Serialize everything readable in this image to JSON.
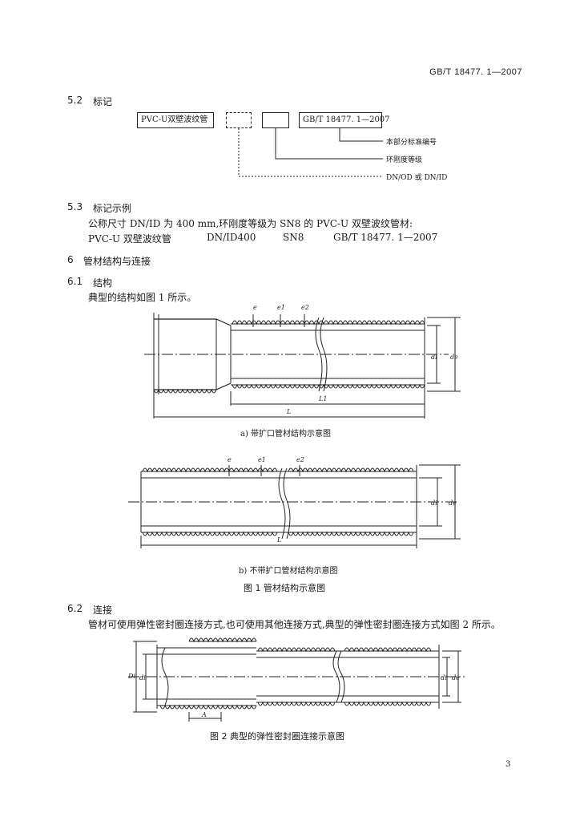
{
  "header": {
    "standard_no": "GB/T 18477. 1—2007"
  },
  "s52": {
    "num": "5.2",
    "title": "标记",
    "box_product": "PVC-U双壁波纹管",
    "box_std": "GB/T 18477. 1—2007",
    "label_std": "本部分标准编号",
    "label_class": "环刚度等级",
    "label_size": "DN/OD 或 DN/ID"
  },
  "s53": {
    "num": "5.3",
    "title": "标记示例",
    "line1": "公称尺寸 DN/ID 为 400 mm,环刚度等级为 SN8 的 PVC-U 双壁波纹管材:",
    "ex_product": "PVC-U 双壁波纹管",
    "ex_size": "DN/ID400",
    "ex_class": "SN8",
    "ex_std": "GB/T 18477. 1—2007"
  },
  "s6": {
    "num": "6",
    "title": "管材结构与连接"
  },
  "s61": {
    "num": "6.1",
    "title": "结构",
    "text": "典型的结构如图 1 所示。"
  },
  "fig1a": {
    "caption": "a) 带扩口管材结构示意图",
    "labels": {
      "e": "e",
      "e1": "e1",
      "e2": "e2",
      "di": "di",
      "de": "de",
      "L1": "L1",
      "L": "L"
    }
  },
  "fig1b": {
    "caption": "b) 不带扩口管材结构示意图",
    "labels": {
      "e": "e",
      "e1": "e1",
      "e2": "e2",
      "di": "di",
      "de": "de",
      "L": "L"
    }
  },
  "fig1_caption": "图 1   管材结构示意图",
  "s62": {
    "num": "6.2",
    "title": "连接",
    "text": "管材可使用弹性密封圈连接方式,也可使用其他连接方式,典型的弹性密封圈连接方式如图 2 所示。"
  },
  "fig2": {
    "caption": "图 2   典型的弹性密封圈连接示意图",
    "labels": {
      "Di": "Di",
      "di": "di",
      "de": "de",
      "A": "A"
    }
  },
  "page_number": "3"
}
